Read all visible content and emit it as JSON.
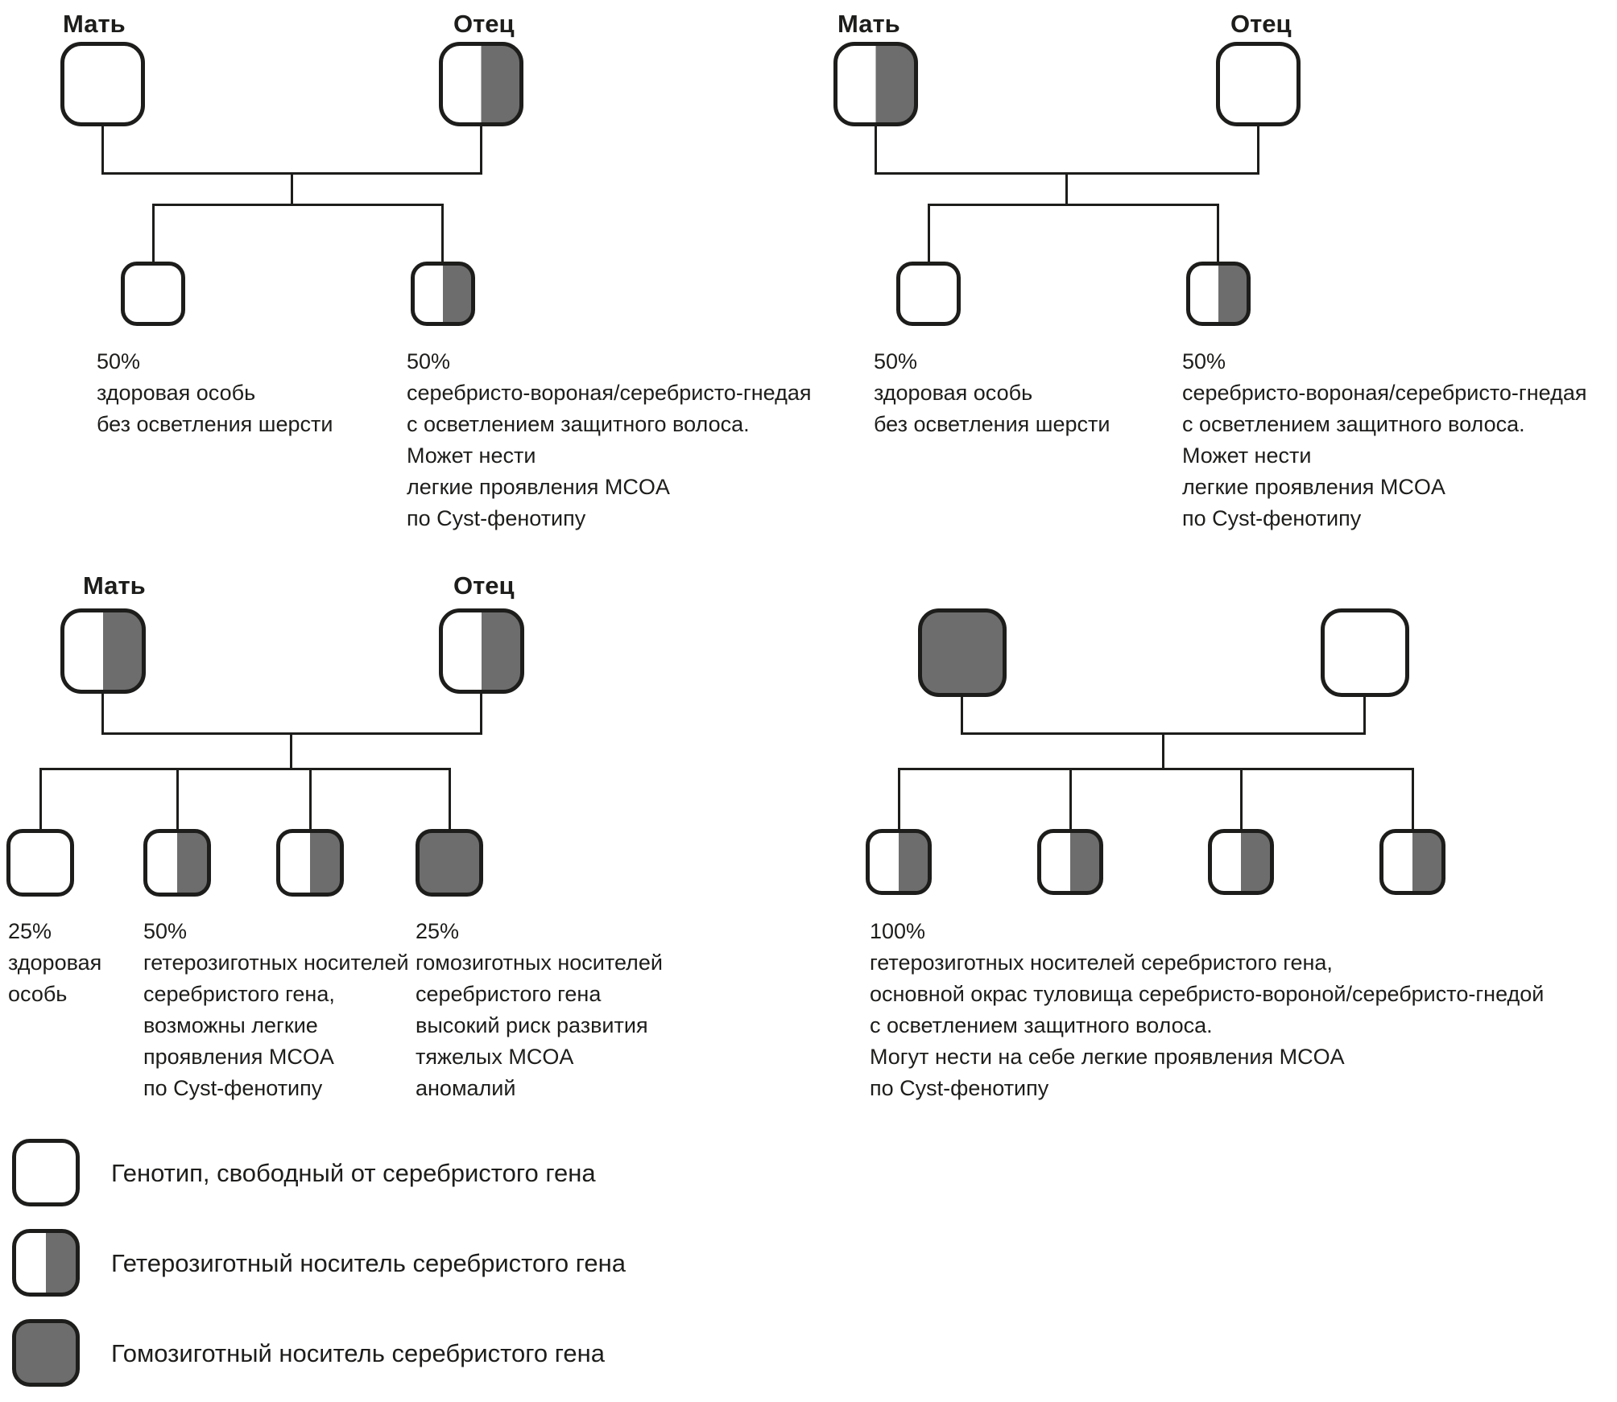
{
  "colors": {
    "ink": "#1d1d1b",
    "gray": "#6d6d6d"
  },
  "panels": [
    {
      "mother": {
        "label": "Мать",
        "type": "clear"
      },
      "father": {
        "label": "Отец",
        "type": "het"
      },
      "offspring": [
        {
          "type": "clear",
          "percent": "50%",
          "desc": "здоровая особь\nбез осветления шерсти"
        },
        {
          "type": "het",
          "percent": "50%",
          "desc": "серебристо-вороная/серебристо-гнедая\nс осветлением защитного волоса.\nМожет нести\nлегкие проявления MCOA\nпо Cyst-фенотипу"
        }
      ]
    },
    {
      "mother": {
        "label": "Мать",
        "type": "het"
      },
      "father": {
        "label": "Отец",
        "type": "clear"
      },
      "offspring": [
        {
          "type": "clear",
          "percent": "50%",
          "desc": "здоровая особь\nбез осветления шерсти"
        },
        {
          "type": "het",
          "percent": "50%",
          "desc": "серебристо-вороная/серебристо-гнедая\nс осветлением защитного волоса.\nМожет нести\nлегкие проявления MCOA\nпо Cyst-фенотипу"
        }
      ]
    },
    {
      "mother": {
        "label": "Мать",
        "type": "het"
      },
      "father": {
        "label": "Отец",
        "type": "het"
      },
      "offspring": [
        {
          "type": "clear",
          "percent": "25%",
          "desc": "здоровая\nособь"
        },
        {
          "type": "het",
          "percent": "50%",
          "desc": "гетерозиготных носителей\nсеребристого гена,\nвозможны легкие\nпроявления MCOA\nпо Cyst-фенотипу"
        },
        {
          "type": "het"
        },
        {
          "type": "hom",
          "percent": "25%",
          "desc": "гомозиготных носителей\nсеребристого гена\nвысокий риск развития\nтяжелых MCOA\nаномалий"
        }
      ]
    },
    {
      "mother": {
        "type": "hom"
      },
      "father": {
        "type": "clear"
      },
      "offspring": [
        {
          "type": "het",
          "percent": "100%",
          "desc": "гетерозиготных носителей серебристого гена,\nосновной окрас туловища серебристо-вороной/серебристо-гнедой\nс осветлением защитного волоса.\nМогут нести на себе легкие проявления MCOA\nпо Cyst-фенотипу"
        },
        {
          "type": "het"
        },
        {
          "type": "het"
        },
        {
          "type": "het"
        }
      ]
    }
  ],
  "legend": [
    {
      "type": "clear",
      "label": "Генотип, свободный от серебристого гена"
    },
    {
      "type": "het",
      "label": "Гетерозиготный носитель серебристого гена"
    },
    {
      "type": "hom",
      "label": "Гомозиготный носитель серебристого гена"
    }
  ]
}
